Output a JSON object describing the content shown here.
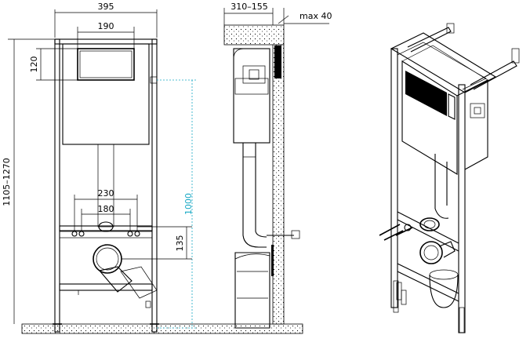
{
  "dimensions": {
    "frame_width": "395",
    "cistern_width": "190",
    "cistern_height": "120",
    "total_height": "1105–1270",
    "wall_depth": "310–155",
    "max_wall_gap": "max 40",
    "bolt_spacing_outer": "230",
    "bolt_spacing_inner": "180",
    "drain_height": "1000",
    "outlet_height": "135"
  },
  "colors": {
    "line": "#000000",
    "dimension_accent": "#17a8c4",
    "background": "#ffffff"
  }
}
